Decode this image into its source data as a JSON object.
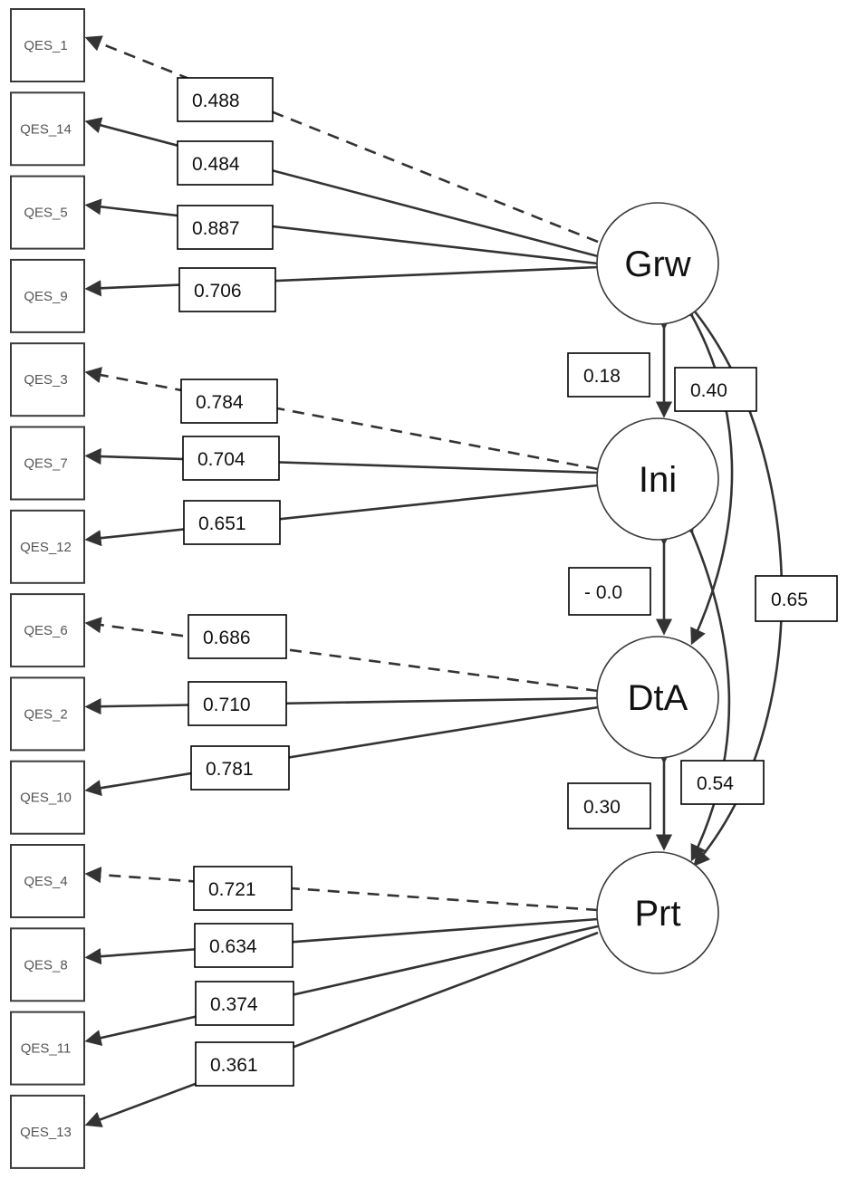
{
  "indicators": [
    "QES_1",
    "QES_14",
    "QES_5",
    "QES_9",
    "QES_3",
    "QES_7",
    "QES_12",
    "QES_6",
    "QES_2",
    "QES_10",
    "QES_4",
    "QES_8",
    "QES_11",
    "QES_13"
  ],
  "latents": [
    {
      "key": "grw",
      "label": "Grw"
    },
    {
      "key": "ini",
      "label": "Ini"
    },
    {
      "key": "dta",
      "label": "DtA"
    },
    {
      "key": "prt",
      "label": "Prt"
    }
  ],
  "loadings": [
    {
      "from": "grw",
      "to": "QES_1",
      "value": "0.488",
      "dashed": true
    },
    {
      "from": "grw",
      "to": "QES_14",
      "value": "0.484",
      "dashed": false
    },
    {
      "from": "grw",
      "to": "QES_5",
      "value": "0.887",
      "dashed": false
    },
    {
      "from": "grw",
      "to": "QES_9",
      "value": "0.706",
      "dashed": false
    },
    {
      "from": "ini",
      "to": "QES_3",
      "value": "0.784",
      "dashed": true
    },
    {
      "from": "ini",
      "to": "QES_7",
      "value": "0.704",
      "dashed": false
    },
    {
      "from": "ini",
      "to": "QES_12",
      "value": "0.651",
      "dashed": false
    },
    {
      "from": "dta",
      "to": "QES_6",
      "value": "0.686",
      "dashed": true
    },
    {
      "from": "dta",
      "to": "QES_2",
      "value": "0.710",
      "dashed": false
    },
    {
      "from": "dta",
      "to": "QES_10",
      "value": "0.781",
      "dashed": false
    },
    {
      "from": "prt",
      "to": "QES_4",
      "value": "0.721",
      "dashed": true
    },
    {
      "from": "prt",
      "to": "QES_8",
      "value": "0.634",
      "dashed": false
    },
    {
      "from": "prt",
      "to": "QES_11",
      "value": "0.374",
      "dashed": false
    },
    {
      "from": "prt",
      "to": "QES_13",
      "value": "0.361",
      "dashed": false
    }
  ],
  "covariances": [
    {
      "a": "grw",
      "b": "ini",
      "value": "0.18"
    },
    {
      "a": "ini",
      "b": "dta",
      "value": "- 0.0"
    },
    {
      "a": "dta",
      "b": "prt",
      "value": "0.30"
    },
    {
      "a": "grw",
      "b": "dta",
      "value": "0.40"
    },
    {
      "a": "ini",
      "b": "prt",
      "value": "0.54"
    },
    {
      "a": "grw",
      "b": "prt",
      "value": "0.65"
    }
  ]
}
